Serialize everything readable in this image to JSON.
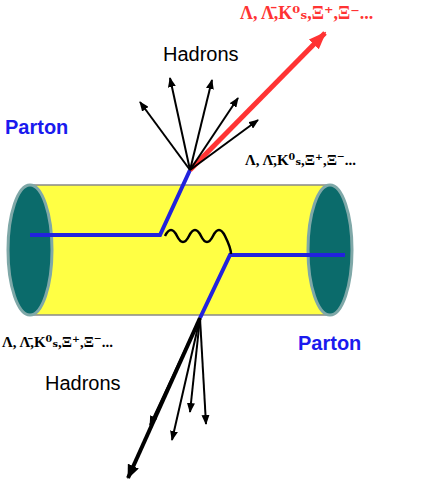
{
  "diagram": {
    "labels": [
      "Λ, Λ̄,K⁰ₛ,Ξ⁺,Ξ⁻...",
      "Hadrons",
      "Parton",
      "Λ, Λ̄,K⁰ₛ,Ξ⁺,Ξ⁻...",
      "Parton",
      "Λ, Λ̄,K⁰ₛ,Ξ⁺,Ξ⁻...",
      "Hadrons"
    ]
  }
}
